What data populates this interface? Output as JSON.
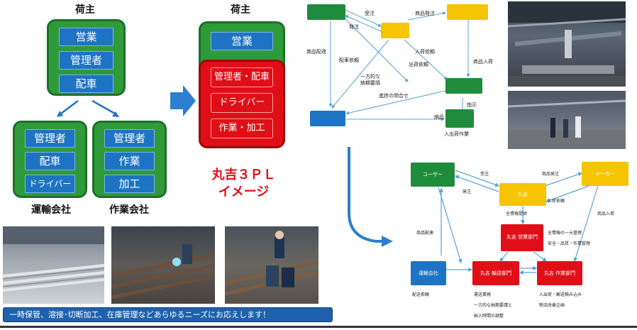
{
  "left_org": {
    "shipper_title": "荷主",
    "shipper_items": [
      "営業",
      "管理者",
      "配車"
    ],
    "transport_items": [
      "管理者",
      "配車",
      "ドライバー"
    ],
    "transport_label": "運輸会社",
    "work_items": [
      "管理者",
      "作業",
      "加工"
    ],
    "work_label": "作業会社"
  },
  "middle_org": {
    "shipper_title": "荷主",
    "sales": "営業",
    "red_items": [
      "管理者・配車",
      "ドライバー",
      "作業・加工"
    ],
    "caption_line1": "丸吉３ＰＬ",
    "caption_line2": "イメージ"
  },
  "top_flow": {
    "labels": [
      "受注",
      "発注",
      "商品発注",
      "商品配達",
      "配車依頼",
      "入荷依頼",
      "商品入荷",
      "一方的な",
      "納期要請",
      "出荷依頼",
      "進捗の問合せ",
      "指示",
      "納品",
      "入出荷作業"
    ]
  },
  "bottom_flow": {
    "nodes": [
      "ユーザー",
      "丸吉",
      "メーカー",
      "丸吉 営業部門",
      "運輸会社",
      "丸吉 輸送部門",
      "丸吉 作業部門"
    ],
    "labels": [
      "受注",
      "発注",
      "商品発注",
      "入荷依頼",
      "商品入荷",
      "商品配達",
      "全情報提供",
      "全情報の一元管理",
      "安全・品質・作業管理",
      "配送依頼",
      "運送業務",
      "一方的な納期要請と",
      "納入時間の調整",
      "入出荷・輸送積み込み",
      "物流改善企画"
    ]
  },
  "banner": {
    "text": "一時保管、溶接･切断加工、在庫管理などあらゆるニーズにお応えします！"
  },
  "colors": {
    "green": "#2f9a3a",
    "blue": "#1e74c4",
    "red": "#e00f17",
    "yellow": "#f6c400",
    "arrow_blue": "#2d7fd0",
    "banner": "#1e62ad"
  }
}
